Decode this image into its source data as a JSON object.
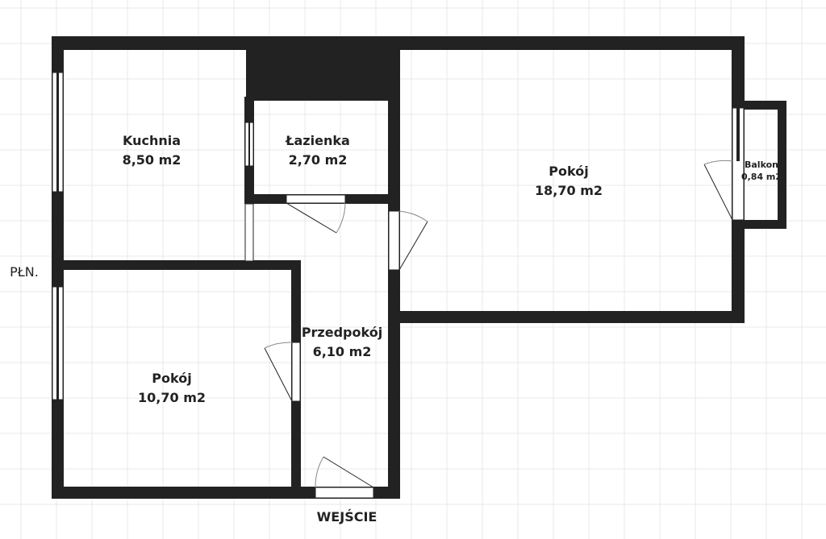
{
  "rooms": {
    "kuchnia": {
      "name": "Kuchnia",
      "area": "8,50 m2"
    },
    "lazienka": {
      "name": "Łazienka",
      "area": "2,70 m2"
    },
    "pokoj_large": {
      "name": "Pokój",
      "area": "18,70 m2"
    },
    "balkon": {
      "name": "Balkon",
      "area": "0,84 m2"
    },
    "przedpokoj": {
      "name": "Przedpokój",
      "area": "6,10 m2"
    },
    "pokoj_small": {
      "name": "Pokój",
      "area": "10,70 m2"
    }
  },
  "labels": {
    "north": "PŁN.",
    "entrance": "WEJŚCIE"
  },
  "colors": {
    "wall": "#222222",
    "grid": "#e6e6e6"
  }
}
